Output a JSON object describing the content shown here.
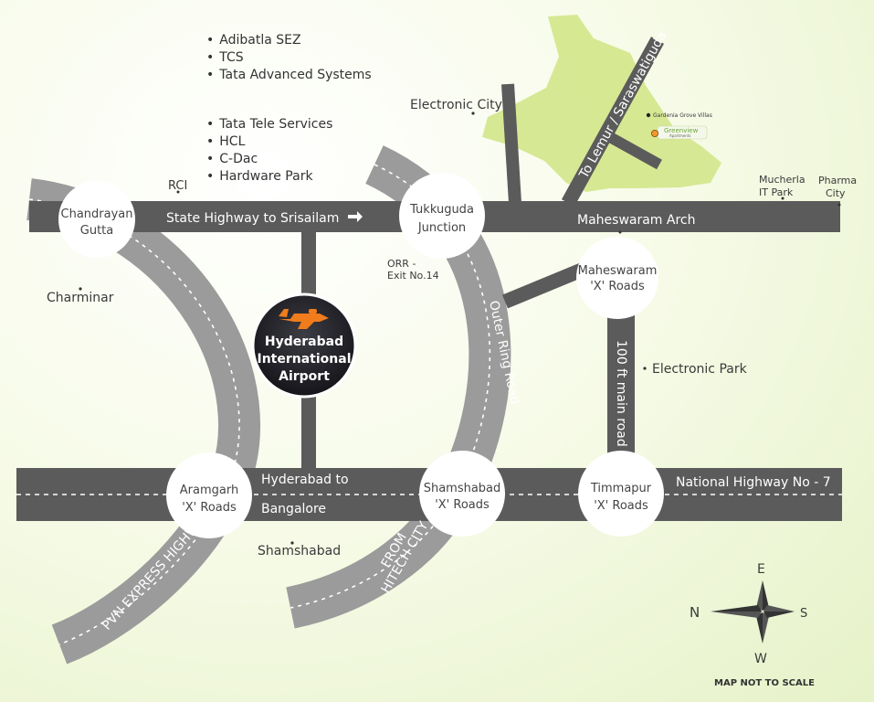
{
  "companies_group_1": [
    "Adibatla SEZ",
    "TCS",
    "Tata  Advanced  Systems"
  ],
  "companies_group_2": [
    "Tata Tele Services",
    "HCL",
    "C-Dac",
    "Hardware Park"
  ],
  "roads": {
    "state_highway": "State Highway to Srisailam",
    "national_highway": "National Highway No - 7",
    "hyd_bangalore_1": "Hyderabad to",
    "hyd_bangalore_2": "Bangalore",
    "outer_ring": "Outer Ring Road",
    "hundred_ft": "100 ft main road",
    "pvn": "PVN EXPRESS HIGHWAY",
    "from_hitech_1": "FROM",
    "from_hitech_2": "HITECH CITY",
    "to_lemur": "To Lemur / Saraswatiguda"
  },
  "nodes": {
    "chandrayan_1": "Chandrayan",
    "chandrayan_2": "Gutta",
    "tukkuguda_1": "Tukkuguda",
    "tukkuguda_2": "Junction",
    "maheswaram_1": "Maheswaram",
    "maheswaram_2": "'X' Roads",
    "aramgarh_1": "Aramgarh",
    "aramgarh_2": "'X' Roads",
    "shamshabad_1": "Shamshabad",
    "shamshabad_2": "'X' Roads",
    "timmapur_1": "Timmapur",
    "timmapur_2": "'X' Roads"
  },
  "airport": {
    "line1": "Hyderabad",
    "line2": "International",
    "line3": "Airport"
  },
  "places": {
    "rci": "RCI",
    "electronic_city": "Electronic City",
    "charminar": "Charminar",
    "orr_exit_1": "ORR -",
    "orr_exit_2": "Exit No.14",
    "maheswaram_arch": "Maheswaram Arch",
    "mucherla_1": "Mucherla",
    "mucherla_2": "IT Park",
    "pharma_1": "Pharma",
    "pharma_2": "City",
    "electronic_park": "Electronic Park",
    "shamshabad": "Shamshabad",
    "gardenia": "Gardenia Grove Villas",
    "greenview_1": "Greenview",
    "greenview_2": "Apartments"
  },
  "compass": {
    "north": "N",
    "south": "S",
    "east": "E",
    "west": "W"
  },
  "footer_note": "MAP NOT TO SCALE",
  "colors": {
    "road": "#5b5b5b",
    "ring_road": "#9b9b9b",
    "land_parcel": "#d3e68a",
    "airport_bg": "#2a2a30",
    "plane": "#f07c1c",
    "greenview_marker": "#f09a2a"
  }
}
